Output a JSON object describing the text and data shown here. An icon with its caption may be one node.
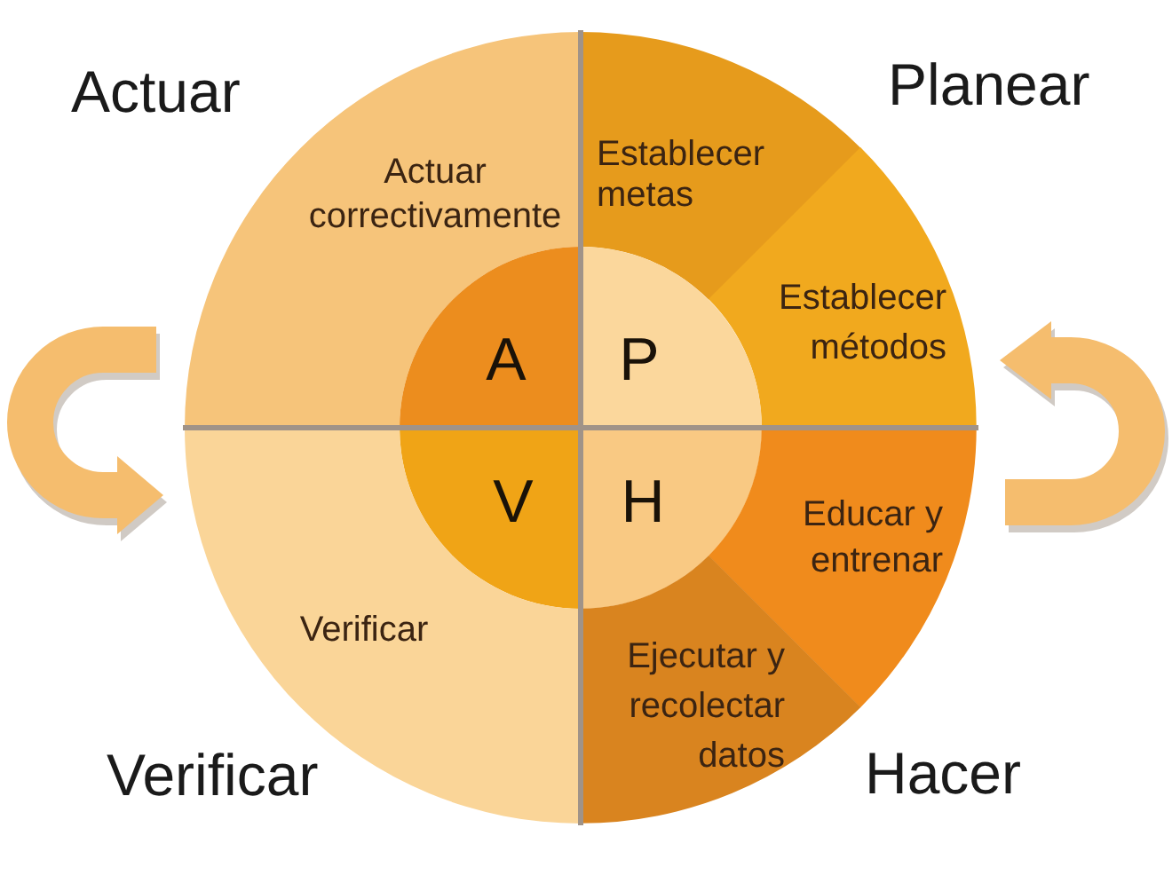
{
  "diagram": {
    "nodes": [
      {
        "text": [
          "Actuar correctivamente"
        ]
      },
      {
        "text": [
          "Establecer metas"
        ]
      },
      {
        "text": [
          "Establecer métodos"
        ]
      },
      {
        "text": [
          "A"
        ]
      },
      {
        "text": [
          "P"
        ]
      },
      {
        "text": [
          "V"
        ]
      },
      {
        "text": [
          "H"
        ]
      },
      {
        "text": [
          "Educar y entrenar"
        ]
      },
      {
        "text": [
          "Verificar"
        ]
      },
      {
        "text": [
          "Ejecutar y recolectar datos"
        ]
      }
    ],
    "labels": [
      "Actuar",
      "Planear",
      "Verificar",
      "Hacer"
    ]
  }
}
